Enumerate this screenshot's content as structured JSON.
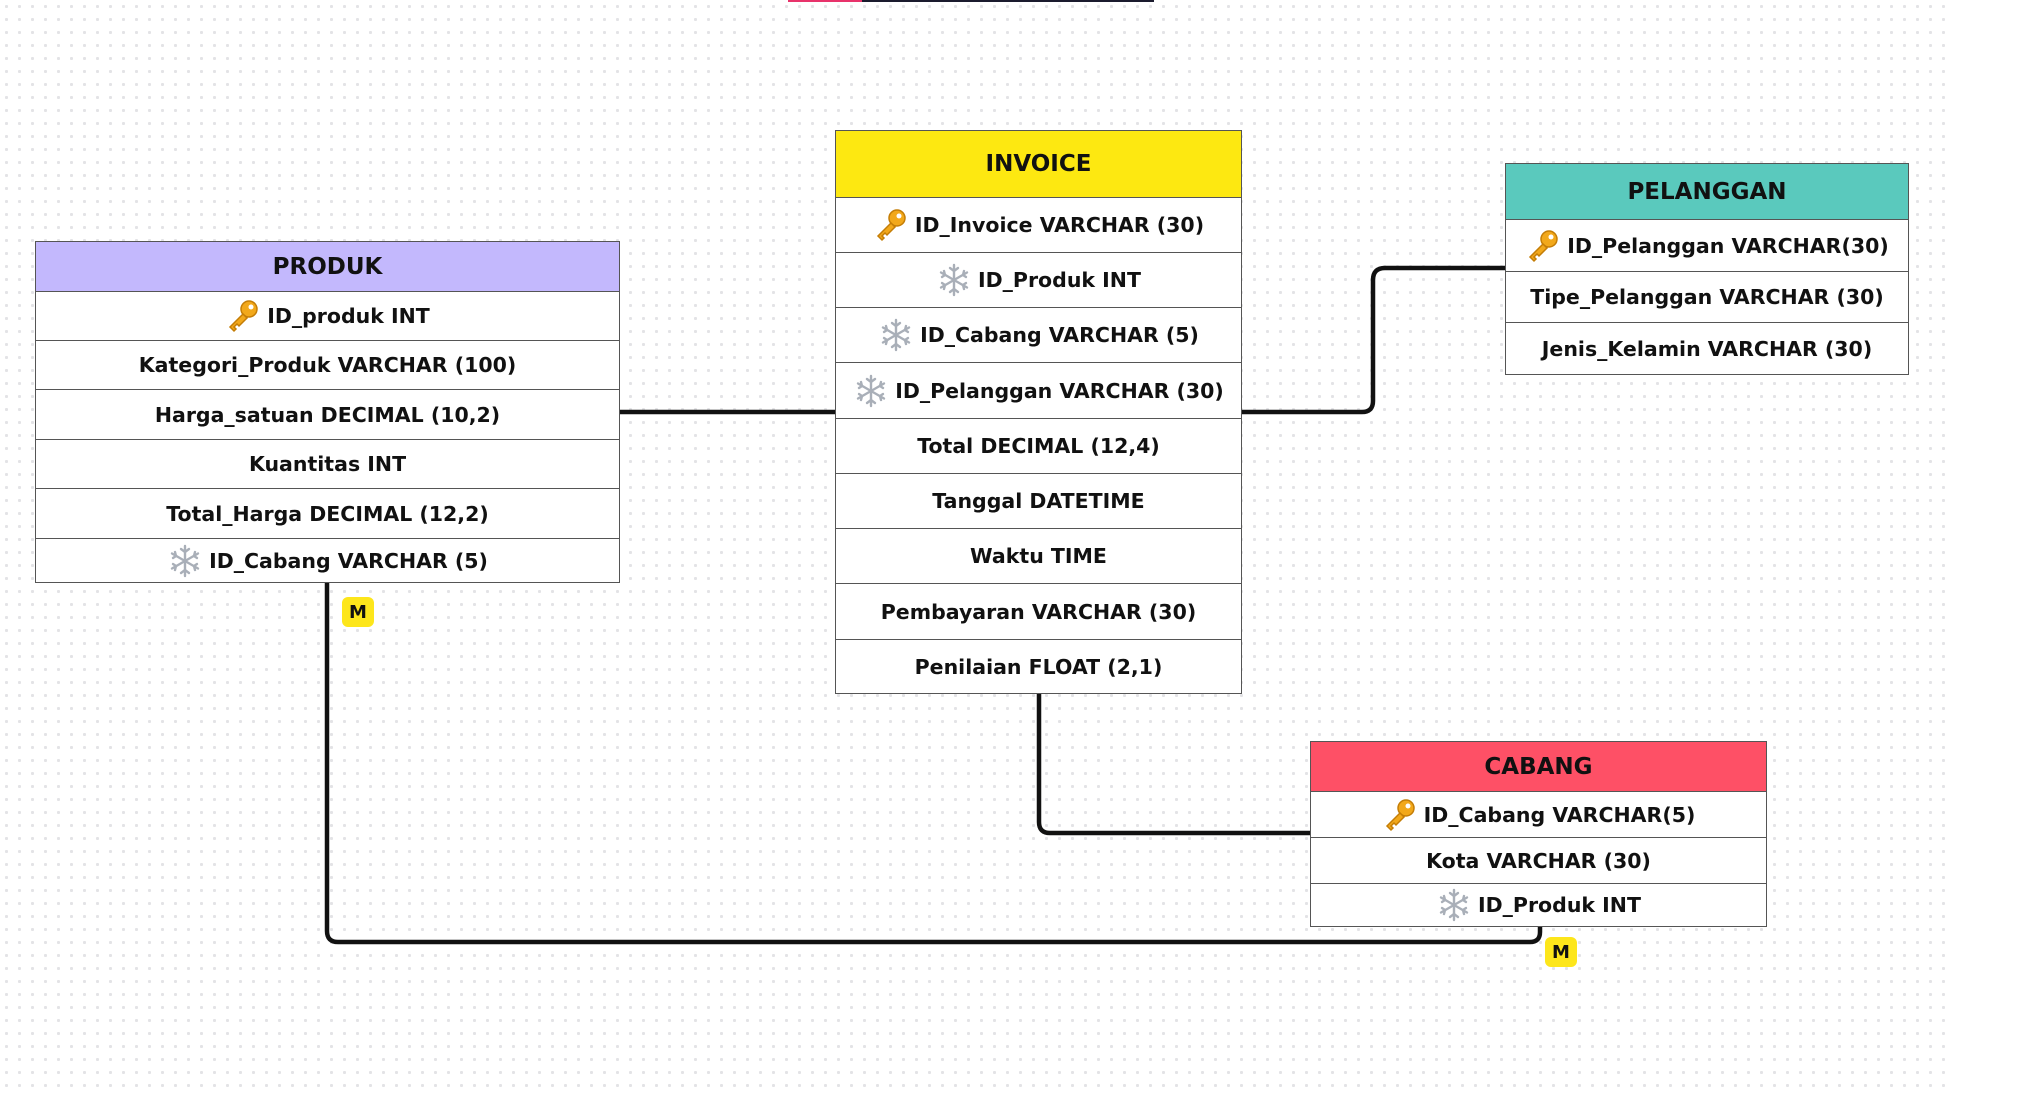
{
  "colors": {
    "produk_header": "#c3b8fd",
    "invoice_header": "#fde811",
    "pelanggan_header": "#5ac9bd",
    "cabang_header": "#fe5066",
    "badge": "#fde61b",
    "connector": "#111111",
    "top_accent_pink": "#e8336b",
    "top_accent_dark": "#1b1b2e"
  },
  "icons": {
    "primary_key": "key-icon",
    "foreign_key": "snowflake-icon"
  },
  "entities": {
    "produk": {
      "title": "PRODUK",
      "rows": [
        {
          "label": "ID_produk INT",
          "icon": "key"
        },
        {
          "label": "Kategori_Produk VARCHAR (100)",
          "icon": ""
        },
        {
          "label": "Harga_satuan DECIMAL (10,2)",
          "icon": ""
        },
        {
          "label": "Kuantitas INT",
          "icon": ""
        },
        {
          "label": "Total_Harga DECIMAL (12,2)",
          "icon": ""
        },
        {
          "label": "ID_Cabang VARCHAR (5)",
          "icon": "snowflake"
        }
      ]
    },
    "invoice": {
      "title": "INVOICE",
      "rows": [
        {
          "label": "ID_Invoice VARCHAR (30)",
          "icon": "key"
        },
        {
          "label": "ID_Produk INT",
          "icon": "snowflake"
        },
        {
          "label": "ID_Cabang VARCHAR (5)",
          "icon": "snowflake"
        },
        {
          "label": "ID_Pelanggan VARCHAR (30)",
          "icon": "snowflake"
        },
        {
          "label": "Total DECIMAL (12,4)",
          "icon": ""
        },
        {
          "label": "Tanggal DATETIME",
          "icon": ""
        },
        {
          "label": "Waktu TIME",
          "icon": ""
        },
        {
          "label": "Pembayaran VARCHAR (30)",
          "icon": ""
        },
        {
          "label": "Penilaian FLOAT (2,1)",
          "icon": ""
        }
      ]
    },
    "pelanggan": {
      "title": "PELANGGAN",
      "rows": [
        {
          "label": "ID_Pelanggan VARCHAR(30)",
          "icon": "key"
        },
        {
          "label": "Tipe_Pelanggan VARCHAR (30)",
          "icon": ""
        },
        {
          "label": "Jenis_Kelamin VARCHAR (30)",
          "icon": ""
        }
      ]
    },
    "cabang": {
      "title": "CABANG",
      "rows": [
        {
          "label": "ID_Cabang VARCHAR(5)",
          "icon": "key"
        },
        {
          "label": "Kota VARCHAR (30)",
          "icon": ""
        },
        {
          "label": "ID_Produk INT",
          "icon": "snowflake"
        }
      ]
    }
  },
  "badges": {
    "produk_many": "M",
    "cabang_many": "M"
  }
}
